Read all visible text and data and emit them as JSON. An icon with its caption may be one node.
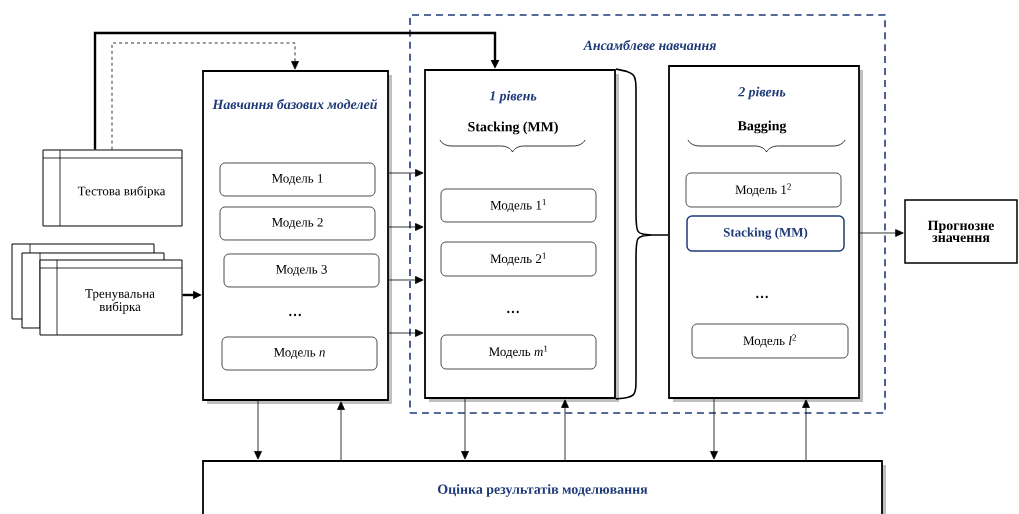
{
  "diagram": {
    "nodes": [
      {
        "text": [
          "Ансамблеве навчання"
        ]
      },
      {
        "text": [
          "Тестова вибірка"
        ]
      },
      {
        "text": [
          "Тренувальна вибірка"
        ]
      },
      {
        "text": [
          "Навчання базових моделей",
          "…"
        ]
      },
      {
        "text": [
          "Модель 1"
        ],
        "in": 3
      },
      {
        "text": [
          "Модель 2"
        ],
        "in": 3
      },
      {
        "text": [
          "Модель 3"
        ],
        "in": 3
      },
      {
        "text": [
          "Модель *n*"
        ],
        "in": 3
      },
      {
        "text": [
          "1 рівень",
          "Stacking (MM)",
          "…"
        ],
        "in": 0
      },
      {
        "text": [
          "Модель 1$^{1}$"
        ],
        "in": 8
      },
      {
        "text": [
          "Модель 2$^{1}$"
        ],
        "in": 8
      },
      {
        "text": [
          "Модель *m*$^{1}$"
        ],
        "in": 8
      },
      {
        "text": [
          "2 рівень",
          "Bagging",
          "…"
        ],
        "in": 0
      },
      {
        "text": [
          "Модель 1$^{2}$"
        ],
        "in": 12
      },
      {
        "text": [
          "Stacking (MM)"
        ],
        "in": 12
      },
      {
        "text": [
          "Модель *l*$^{2}$"
        ],
        "in": 12
      },
      {
        "text": [
          "Прогнозне значення"
        ]
      },
      {
        "text": [
          "Оцінка результатів моделювання"
        ]
      }
    ],
    "edges": [
      {
        "from": 1,
        "to": 8,
        "arrow": "to",
        "style": "thick"
      },
      {
        "from": 1,
        "to": 3,
        "arrow": "to",
        "style": "dashed"
      },
      {
        "from": 2,
        "to": 3,
        "arrow": "to",
        "style": "thick"
      },
      {
        "from": 3,
        "to": 8,
        "arrow": "to"
      },
      {
        "from": 3,
        "to": 8,
        "arrow": "to"
      },
      {
        "from": 3,
        "to": 8,
        "arrow": "to"
      },
      {
        "from": 3,
        "to": 8,
        "arrow": "to"
      },
      {
        "from": 8,
        "to": 12,
        "arrow": "none"
      },
      {
        "from": 12,
        "to": 16,
        "arrow": "to"
      },
      {
        "from": 3,
        "to": 17,
        "arrow": "to"
      },
      {
        "from": 17,
        "to": 3,
        "arrow": "to"
      },
      {
        "from": 8,
        "to": 17,
        "arrow": "to"
      },
      {
        "from": 17,
        "to": 8,
        "arrow": "to"
      },
      {
        "from": 12,
        "to": 17,
        "arrow": "to"
      },
      {
        "from": 17,
        "to": 12,
        "arrow": "to"
      }
    ]
  }
}
